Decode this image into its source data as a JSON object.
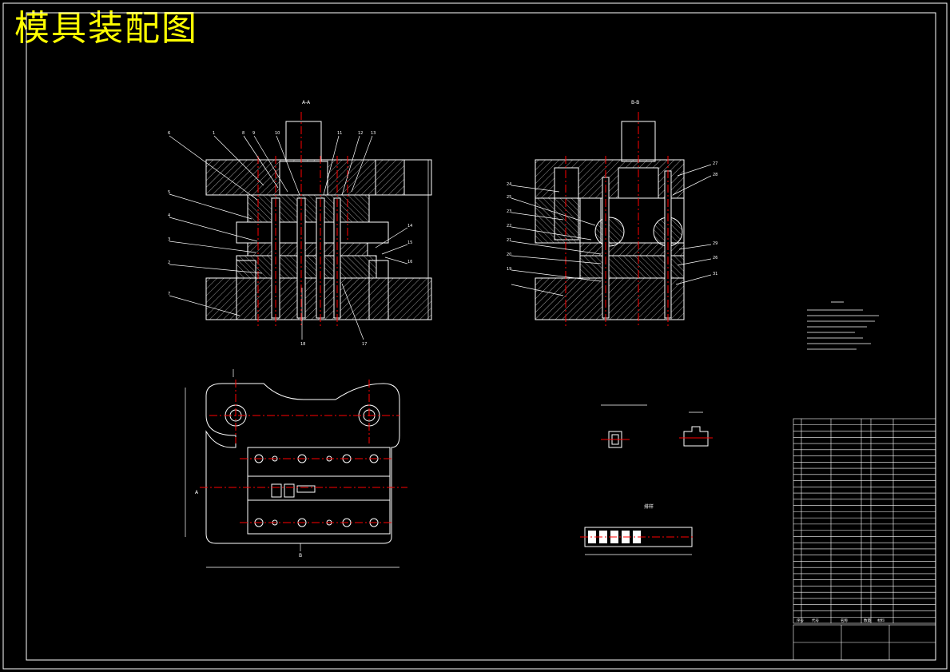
{
  "drawing": {
    "title": "模具装配图",
    "section_a_label": "A-A",
    "section_b_label": "B-B",
    "detail_label": "排样",
    "colors": {
      "background": "#000000",
      "frame": "#ffffff",
      "title": "#ffff00",
      "centerline": "#ff0000",
      "outline": "#ffffff"
    }
  },
  "view_a_callouts": [
    "6",
    "1",
    "8",
    "9",
    "10",
    "11",
    "12",
    "13",
    "5",
    "4",
    "3",
    "2",
    "7",
    "18",
    "17",
    "14",
    "15",
    "16"
  ],
  "view_b_callouts": [
    "24",
    "25",
    "23",
    "22",
    "21",
    "20",
    "19",
    "27",
    "28",
    "29",
    "26",
    "31"
  ],
  "layout_labels": {
    "cut_a": "A",
    "cut_b": "B"
  },
  "parts_list": {
    "header": [
      "序号",
      "代号",
      "名称",
      "数量",
      "材料"
    ],
    "row_count": 32
  }
}
